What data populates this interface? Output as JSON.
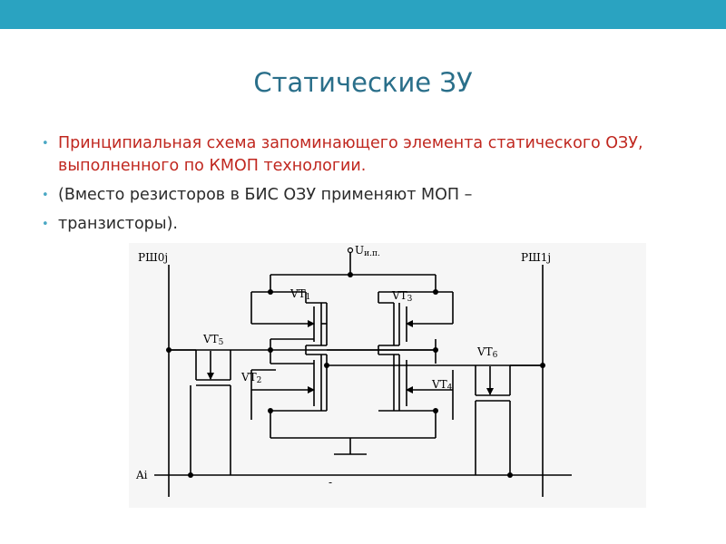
{
  "slide": {
    "title": "Статические ЗУ",
    "bullets": [
      {
        "text": "Принципиальная схема запоминающего элемента статического ОЗУ, выполненного по КМОП технологии.",
        "color": "#c0271f"
      },
      {
        "text": "(Вместо резисторов в БИС ОЗУ применяют МОП –",
        "color": "#2b2b2b"
      },
      {
        "text": "транзисторы).",
        "color": "#2b2b2b"
      }
    ]
  },
  "diagram": {
    "labels": {
      "bitline0": "РШ0j",
      "bitline1": "РШ1j",
      "supply_main": "U",
      "supply_sub": "и.п.",
      "wordline": "Ai",
      "vt1": "VT",
      "vt1_sub": "1",
      "vt2": "VT",
      "vt2_sub": "2",
      "vt3": "VT",
      "vt3_sub": "3",
      "vt4": "VT",
      "vt4_sub": "4",
      "vt5": "VT",
      "vt5_sub": "5",
      "vt6": "VT",
      "vt6_sub": "6",
      "dash": "-"
    }
  },
  "colors": {
    "top_bar": "#2aa3c1",
    "title": "#2a6f8a",
    "bullet_red": "#c0271f",
    "bullet_dark": "#2b2b2b",
    "bullet_dot": "#4aa8c4"
  }
}
